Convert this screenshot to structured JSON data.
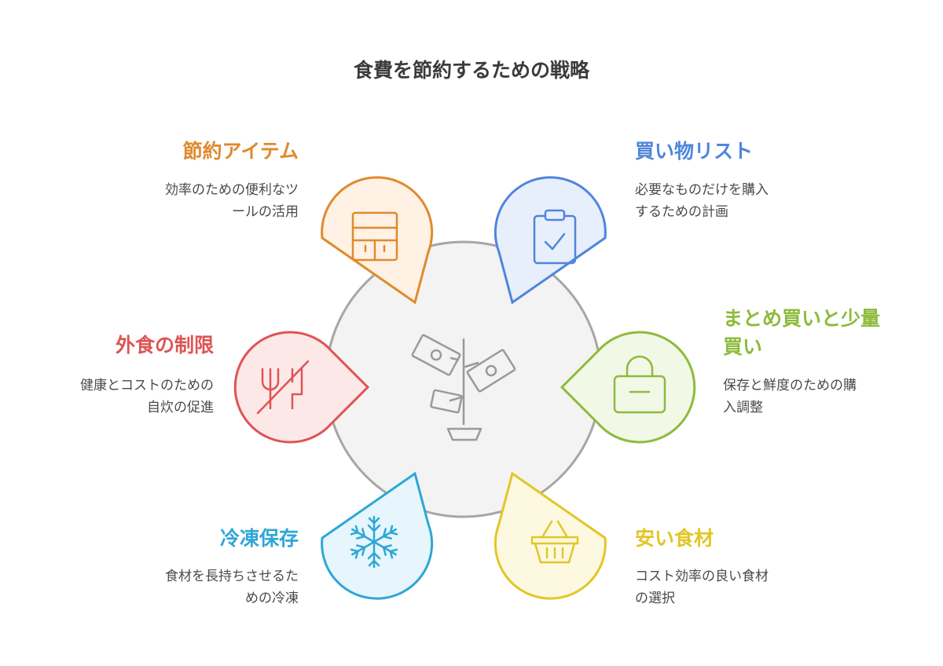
{
  "title": "食費を節約するための戦略",
  "colors": {
    "center_fill": "#f3f3f3",
    "center_stroke": "#a6a6a6",
    "orange": "#e08a2e",
    "blue": "#4f85dc",
    "green": "#8dbb3c",
    "red": "#de5454",
    "cyan": "#2fa6d6",
    "yellow": "#e2c627"
  },
  "items": [
    {
      "key": "saving-items",
      "label": "節約アイテム",
      "description_lines": [
        "効率のための便利なツ",
        "ールの活用"
      ],
      "icon": "cabinet-icon",
      "color": "#e08a2e",
      "fill": "#fff1e3"
    },
    {
      "key": "shopping-list",
      "label": "買い物リスト",
      "description_lines": [
        "必要なものだけを購入",
        "するための計画"
      ],
      "icon": "clipboard-check-icon",
      "color": "#4f85dc",
      "fill": "#e8effc"
    },
    {
      "key": "bulk-buying",
      "label_lines": [
        "まとめ買いと少量",
        "買い"
      ],
      "description_lines": [
        "保存と鮮度のための購",
        "入調整"
      ],
      "icon": "bag-icon",
      "color": "#8dbb3c",
      "fill": "#f2f8e6"
    },
    {
      "key": "eating-out",
      "label": "外食の制限",
      "description_lines": [
        "健康とコストのための",
        "自炊の促進"
      ],
      "icon": "no-fork-knife-icon",
      "color": "#de5454",
      "fill": "#fde8e8"
    },
    {
      "key": "freezing",
      "label": "冷凍保存",
      "description_lines": [
        "食材を長持ちさせるた",
        "めの冷凍"
      ],
      "icon": "snowflake-icon",
      "color": "#2fa6d6",
      "fill": "#e6f6fc"
    },
    {
      "key": "cheap-ingredients",
      "label": "安い食材",
      "description_lines": [
        "コスト効率の良い食材",
        "の選択"
      ],
      "icon": "basket-icon",
      "color": "#e2c627",
      "fill": "#fdf8e0"
    }
  ],
  "center_icon": "money-plant-icon"
}
